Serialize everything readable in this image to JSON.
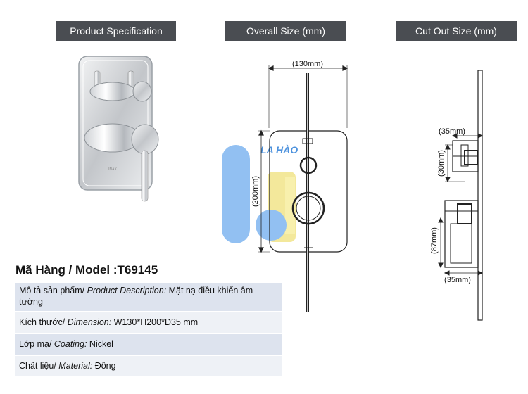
{
  "headers": {
    "product_spec": "Product Specification",
    "overall_size": "Overall Size (mm)",
    "cut_out_size": "Cut Out Size (mm)"
  },
  "overall_dims": {
    "width": "(130mm)",
    "height": "(200mm)"
  },
  "cutout_dims": {
    "top_depth": "(35mm)",
    "mid_height": "(30mm)",
    "lower_height": "(87mm)",
    "bottom_depth": "(35mm)"
  },
  "watermark": {
    "text": "LA HÀO"
  },
  "product": {
    "brand_mark": "INAX",
    "model_label": "Mã Hàng / Model :T69145",
    "specs": [
      {
        "label": "Mô tả sản phẩm/ ",
        "label_en": "Product Description:",
        "value": " Mặt nạ điều khiển âm tường"
      },
      {
        "label": "Kích thước/ ",
        "label_en": "Dimension:",
        "value": " W130*H200*D35 mm"
      },
      {
        "label": "Lớp  mạ/ ",
        "label_en": "Coating:",
        "value": " Nickel"
      },
      {
        "label": "Chất liệu/ ",
        "label_en": "Material:",
        "value": " Đồng"
      }
    ]
  },
  "colors": {
    "header_bg": "#4a4d52",
    "row_shaded": "#dde3ee",
    "watermark_blue": "#7fb6f0",
    "watermark_yellow": "#f2e58a"
  }
}
